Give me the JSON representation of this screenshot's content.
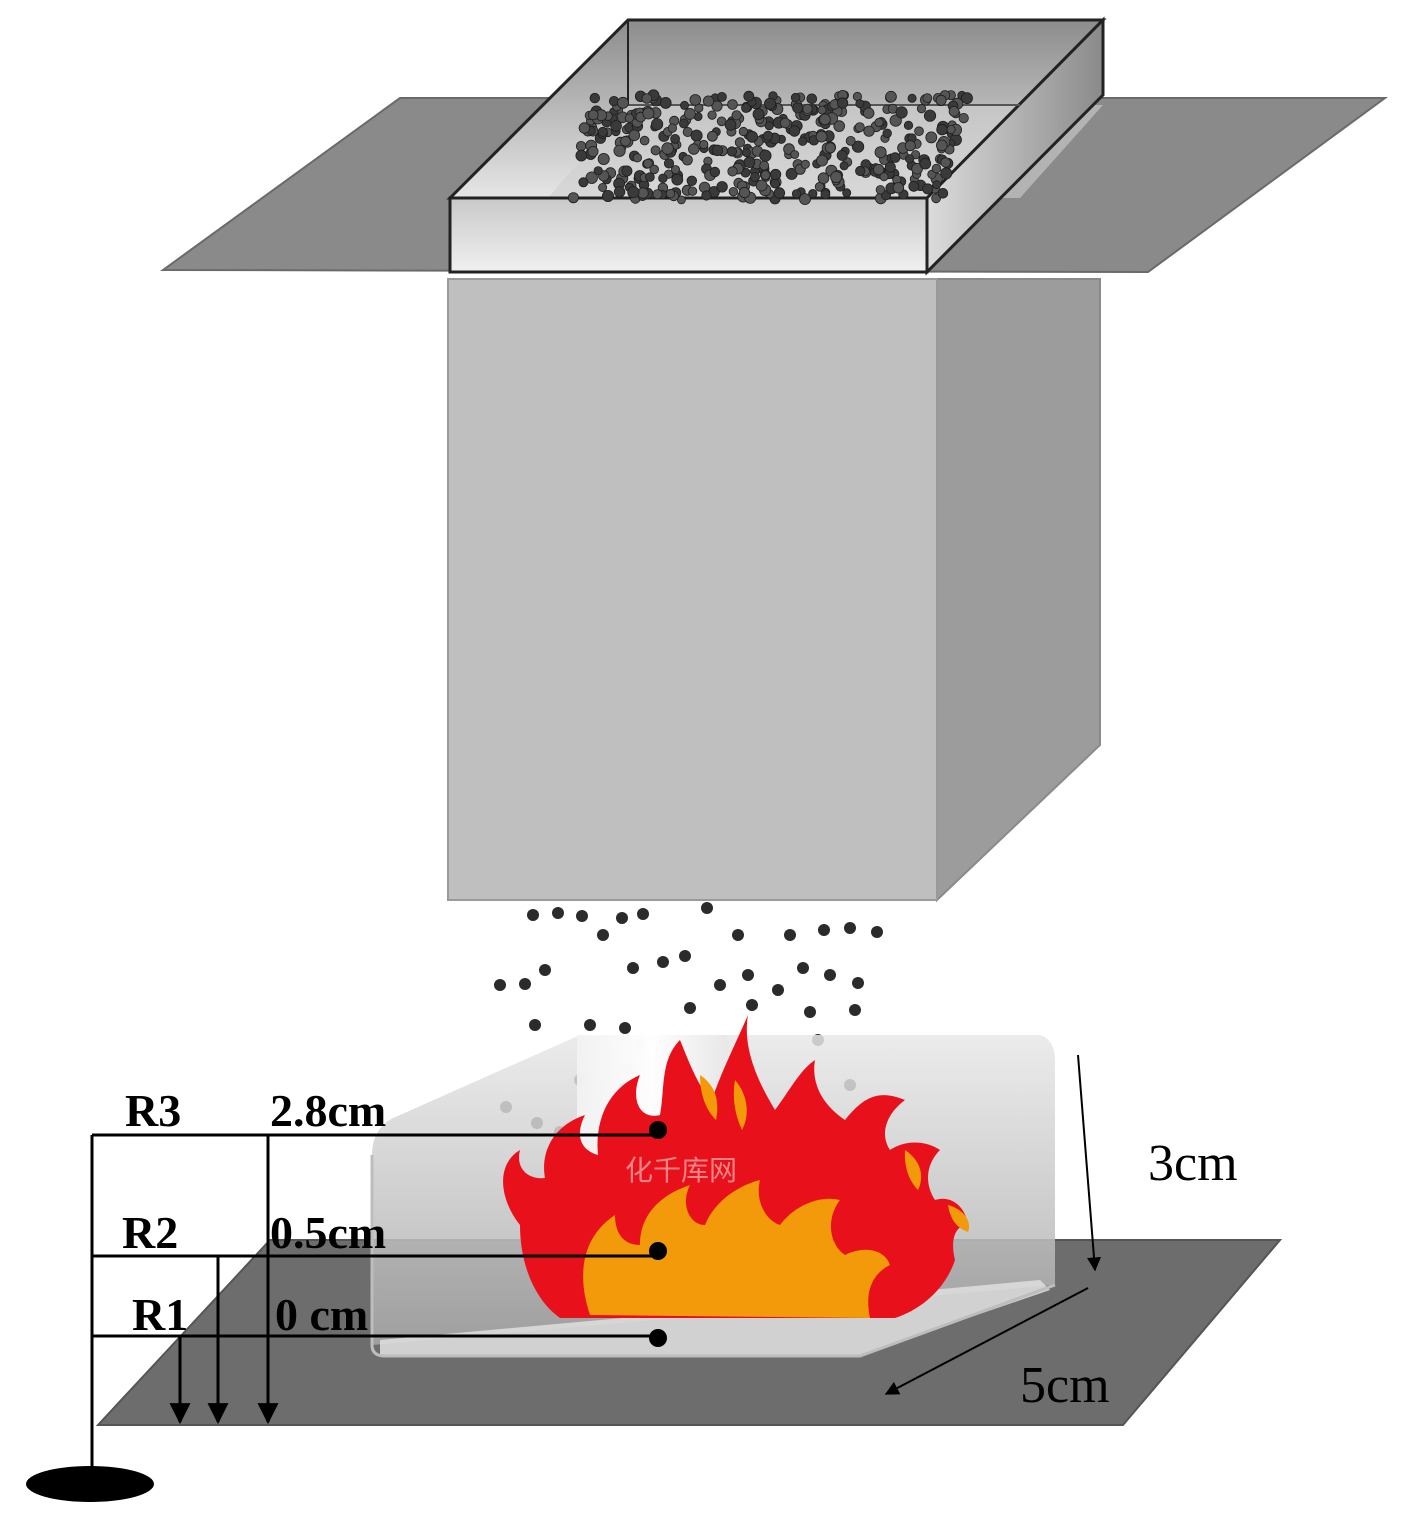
{
  "probes": [
    {
      "name": "R3",
      "depth": "2.8cm"
    },
    {
      "name": "R2",
      "depth": "0.5cm"
    },
    {
      "name": "R1",
      "depth": "0 cm"
    }
  ],
  "dimensions": {
    "height": "3cm",
    "width": "5cm"
  },
  "watermark": "化千库网",
  "colors": {
    "flame_outer": "#e8101a",
    "flame_inner": "#f39a0a",
    "particle": "#2b2b2b",
    "plate": "#6f6f6f",
    "column_front": "#bdbdbd",
    "column_side": "#9a9a9a"
  }
}
